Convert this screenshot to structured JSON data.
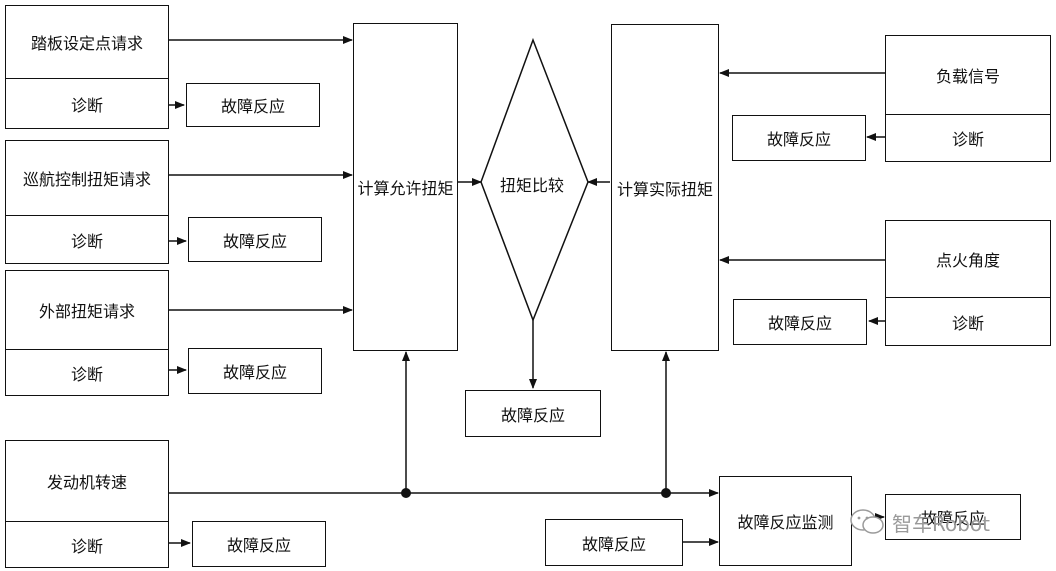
{
  "inputs": {
    "pedal": {
      "title": "踏板设定点请求",
      "diag": "诊断",
      "fault": "故障反应"
    },
    "cruise": {
      "title": "巡航控制扭矩请求",
      "diag": "诊断",
      "fault": "故障反应"
    },
    "external": {
      "title": "外部扭矩请求",
      "diag": "诊断",
      "fault": "故障反应"
    },
    "engine": {
      "title": "发动机转速",
      "diag": "诊断",
      "fault": "故障反应"
    }
  },
  "calc_allowed": "计算允许扭矩",
  "compare": "扭矩比较",
  "compare_fault": "故障反应",
  "calc_actual": "计算实际扭矩",
  "right": {
    "load": {
      "title": "负载信号",
      "diag": "诊断",
      "fault": "故障反应"
    },
    "ignition": {
      "title": "点火角度",
      "diag": "诊断",
      "fault": "故障反应"
    }
  },
  "monitor": {
    "title": "故障反应监测",
    "input_fault": "故障反应",
    "output_fault": "故障反应"
  },
  "watermark": "智车Robot"
}
